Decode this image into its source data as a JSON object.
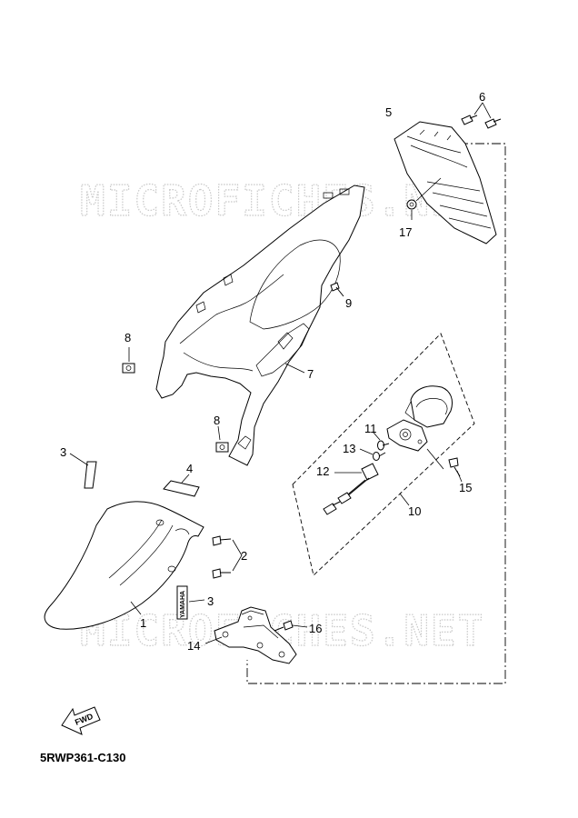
{
  "watermark": "MICROFICHES.NET",
  "diagram_code": "5RWP361-C130",
  "fwd_label": "FWD",
  "decal_text": "YAMAHA",
  "callouts": {
    "c1": "1",
    "c2": "2",
    "c3a": "3",
    "c3b": "3",
    "c4": "4",
    "c5": "5",
    "c6": "6",
    "c7": "7",
    "c8a": "8",
    "c8b": "8",
    "c9": "9",
    "c10": "10",
    "c11": "11",
    "c12": "12",
    "c13": "13",
    "c14": "14",
    "c15": "15",
    "c16": "16",
    "c17": "17"
  }
}
